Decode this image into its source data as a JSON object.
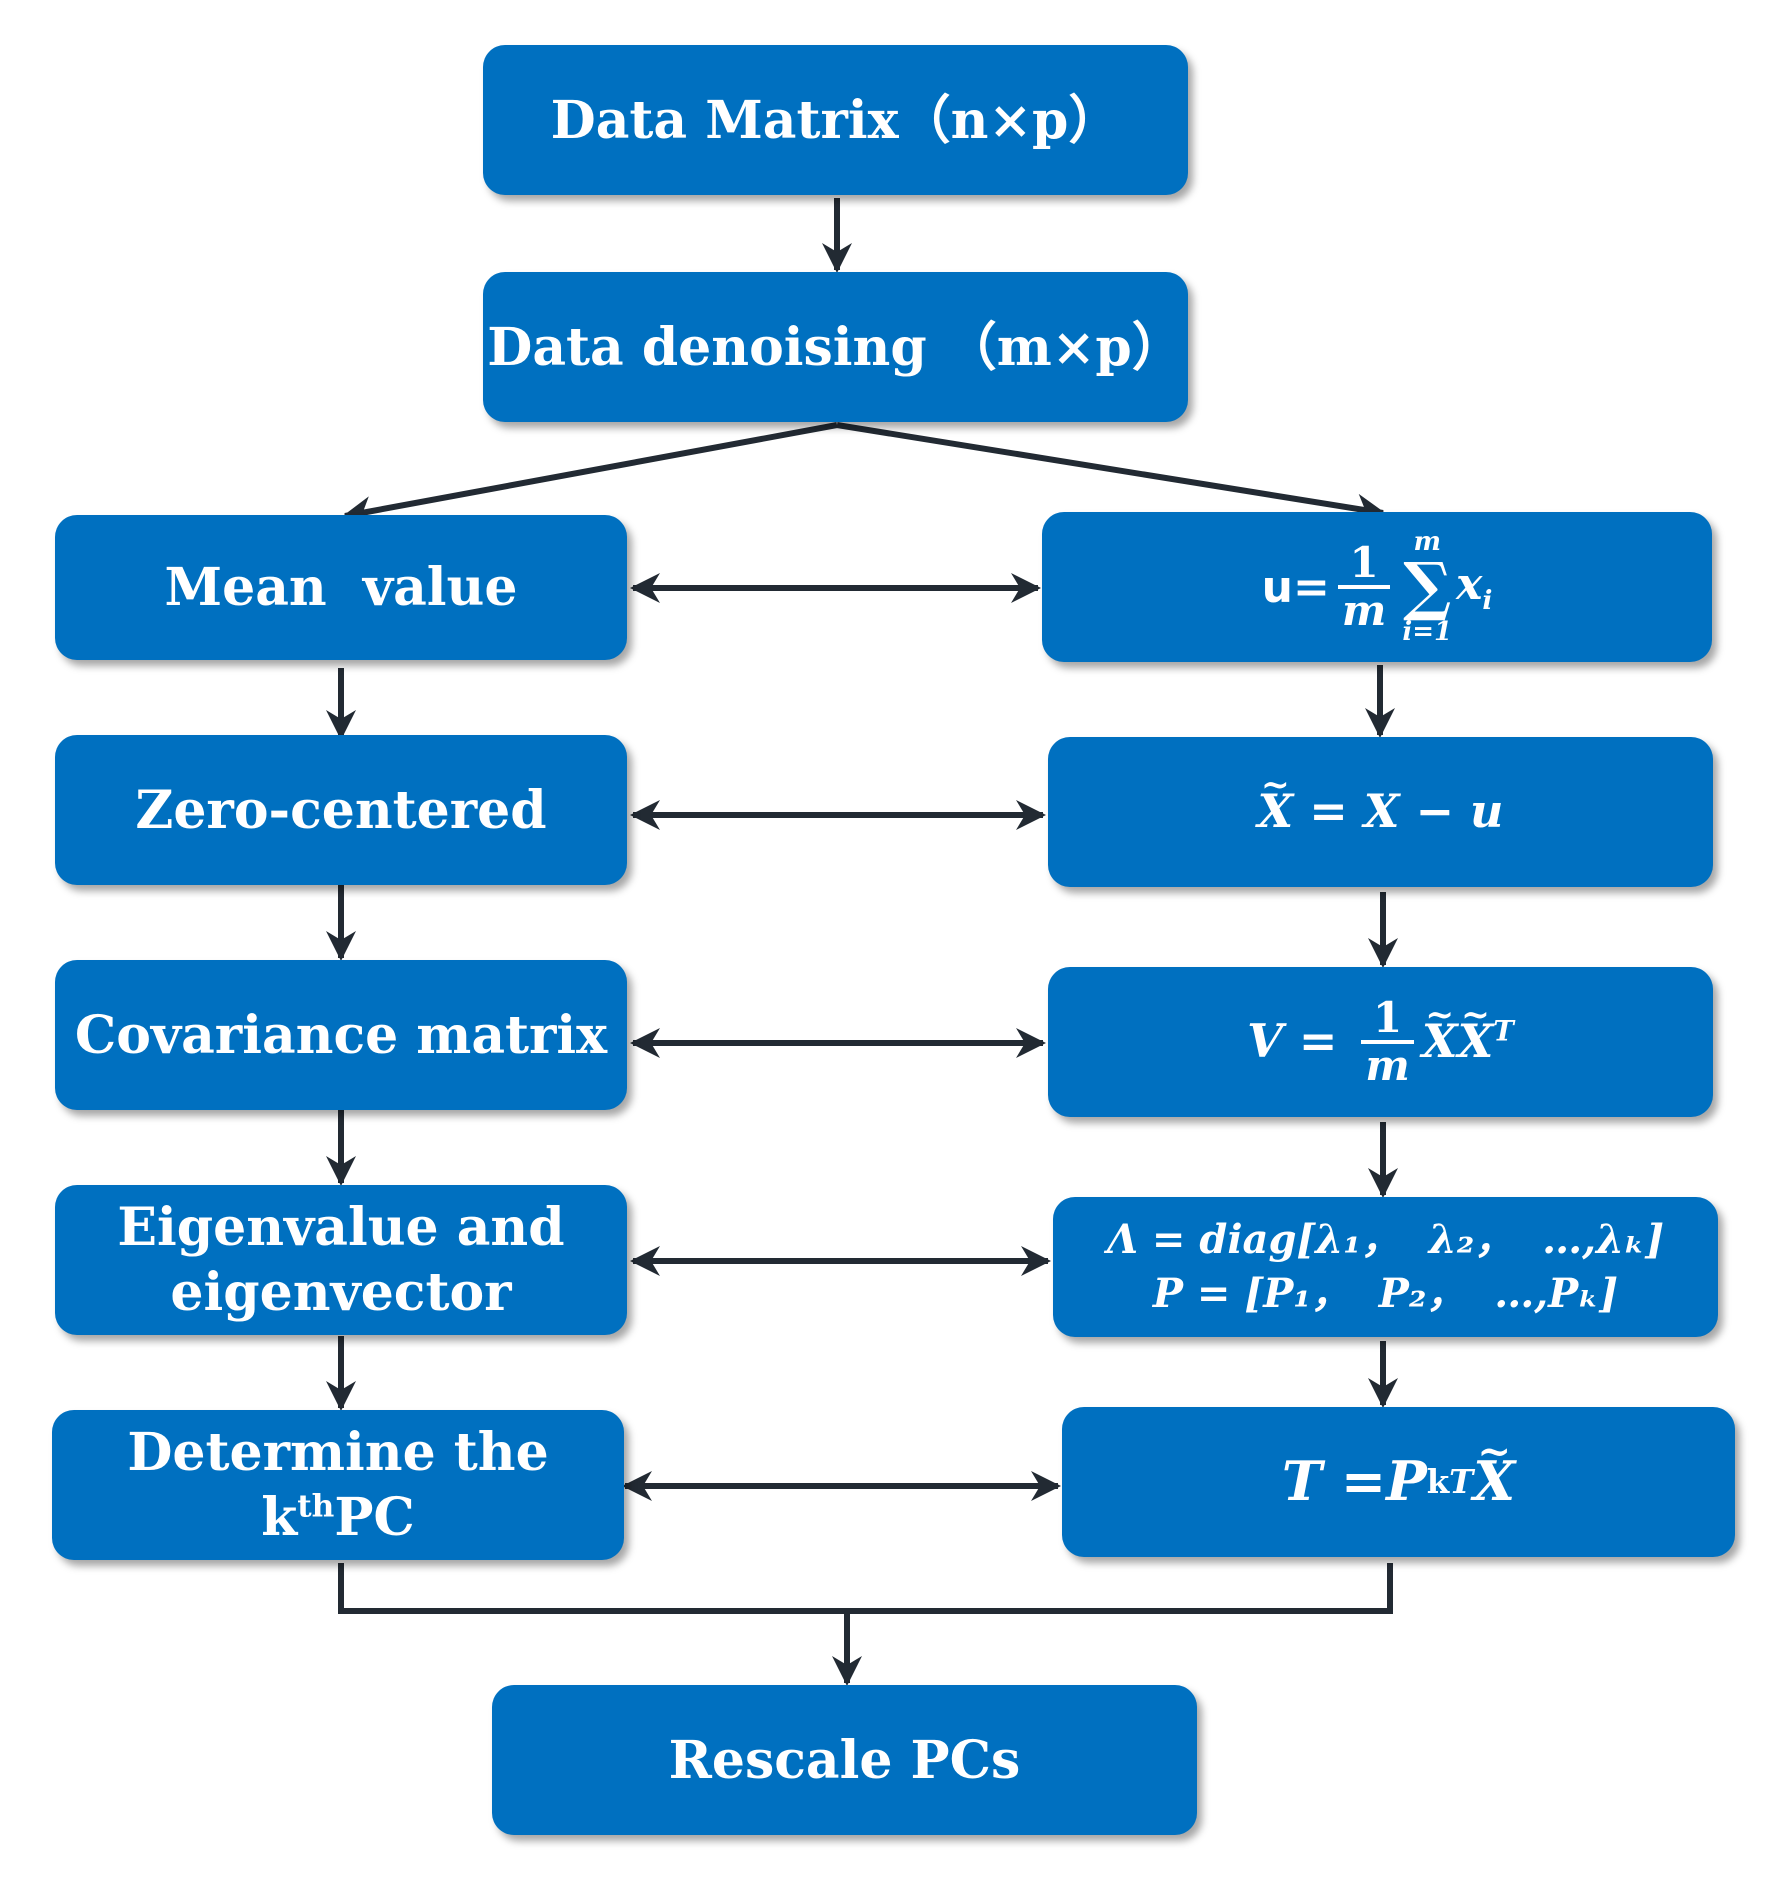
{
  "boxes": {
    "data_matrix": "Data Matrix（n×p）",
    "data_denoising": "Data denoising （m×p）",
    "mean_value": "Mean  value",
    "zero_centered": "Zero-centered",
    "covariance_matrix": "Covariance matrix",
    "eigen_line1": "Eigenvalue and",
    "eigen_line2": "eigenvector",
    "determine_line1": "Determine the",
    "determine_k": "k",
    "determine_th": "th",
    "determine_pc": "PC",
    "rescale": "Rescale PCs"
  },
  "formulas": {
    "mean": {
      "lhs": "u=",
      "num": "1",
      "den": "m",
      "sum_top": "m",
      "sum_bottom": "i=1",
      "sigma": "∑",
      "term": "x",
      "term_sub": "i"
    },
    "zero": {
      "x": "X",
      "rest": " = X − u"
    },
    "cov": {
      "lhs": "V = ",
      "num": "1",
      "den": "m",
      "x1": "X",
      "x2": "X",
      "sup": "T"
    },
    "eigen_line1": "Λ = diag[λ₁，  λ₂，  …,λₖ]",
    "eigen_line2": "P = [P₁，  P₂，  …,Pₖ]",
    "score": {
      "lhs": "T =P",
      "sub": "k",
      "sup": "T",
      "x": "X"
    }
  }
}
